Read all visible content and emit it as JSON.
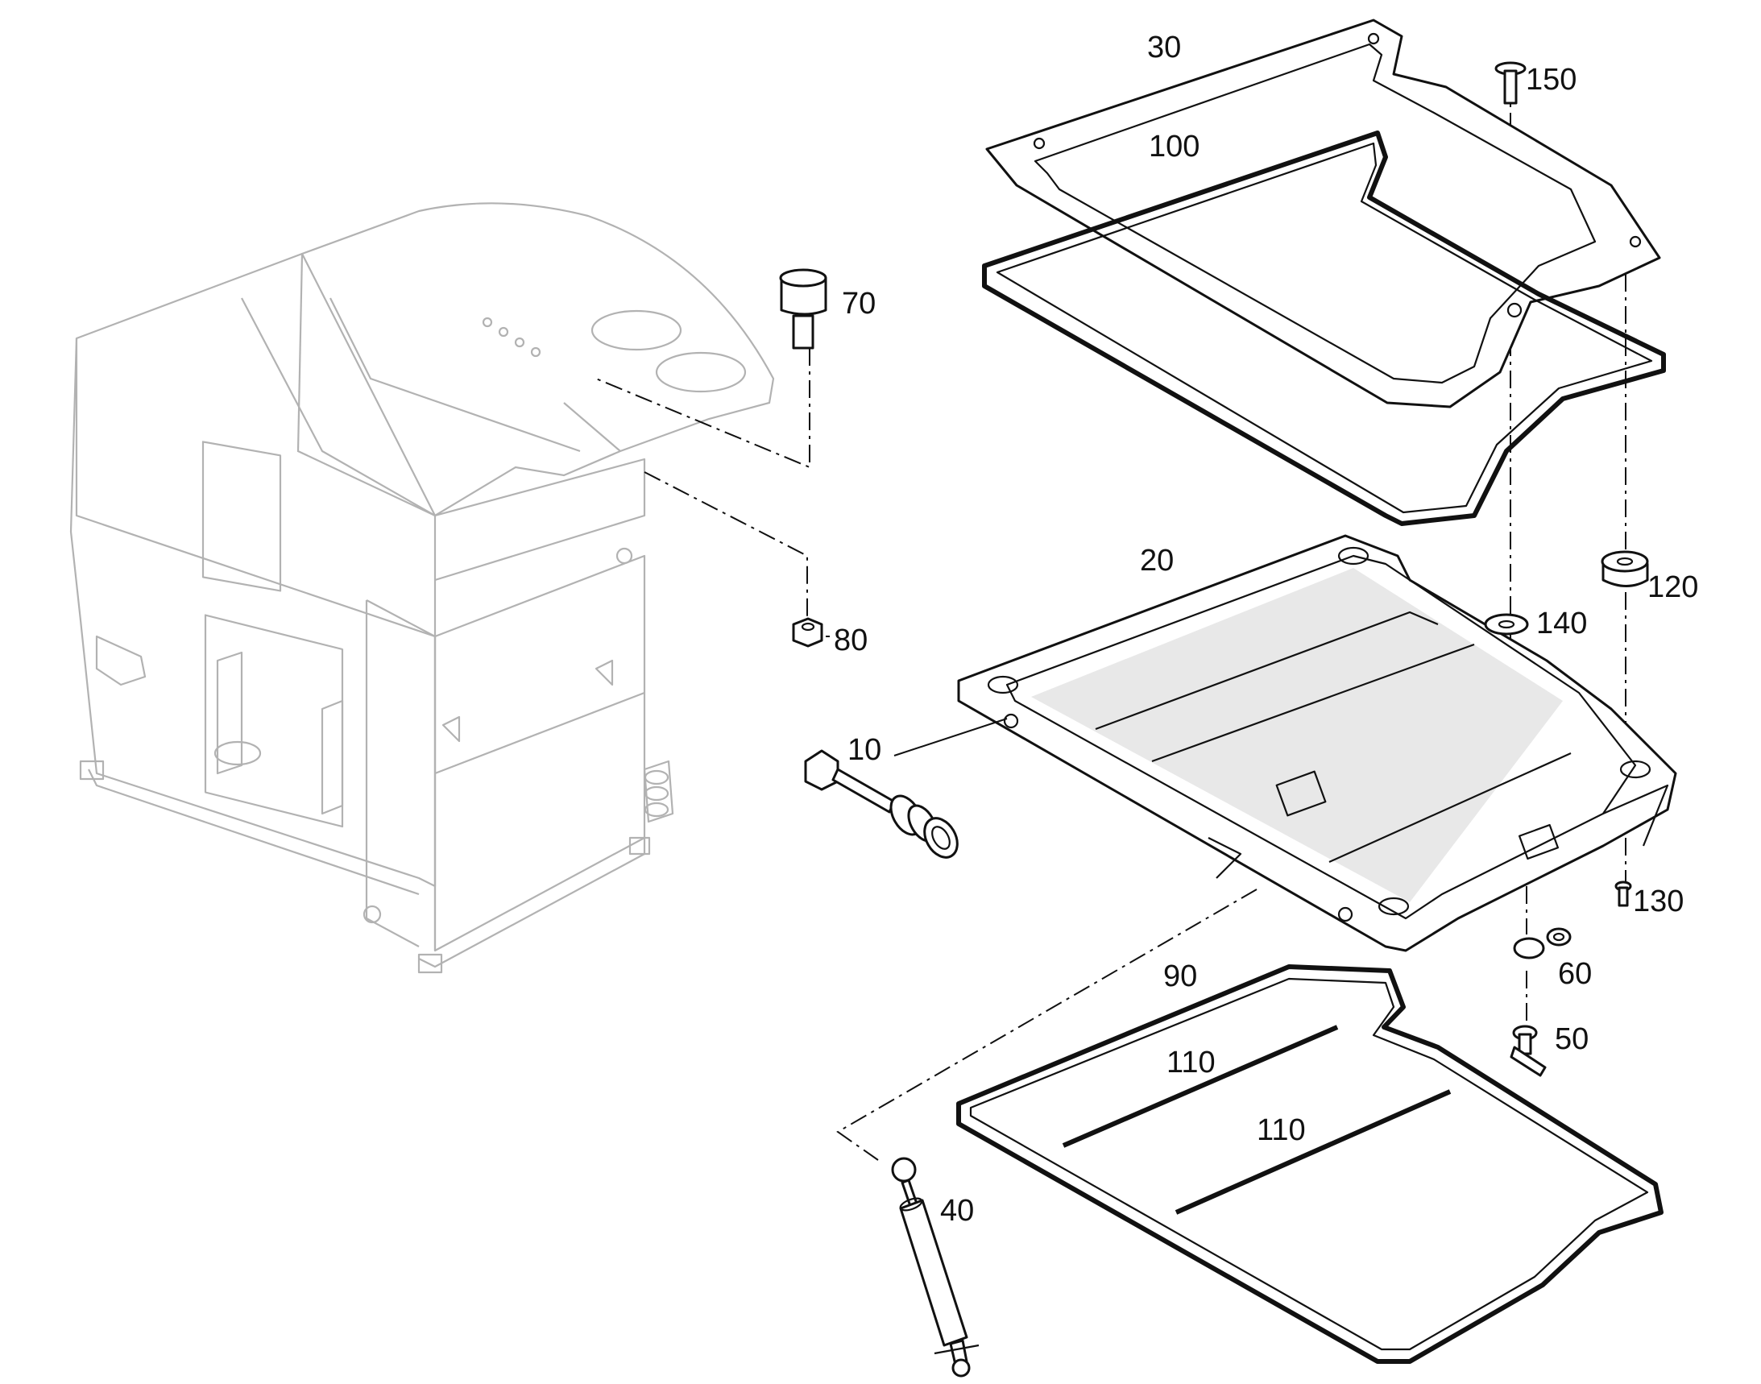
{
  "diagram": {
    "callouts": {
      "c30": "30",
      "c100": "100",
      "c150": "150",
      "c70": "70",
      "c20": "20",
      "c120": "120",
      "c140": "140",
      "c80": "80",
      "c10": "10",
      "c130": "130",
      "c90": "90",
      "c60": "60",
      "c50": "50",
      "c110a": "110",
      "c110b": "110",
      "c40": "40"
    }
  }
}
